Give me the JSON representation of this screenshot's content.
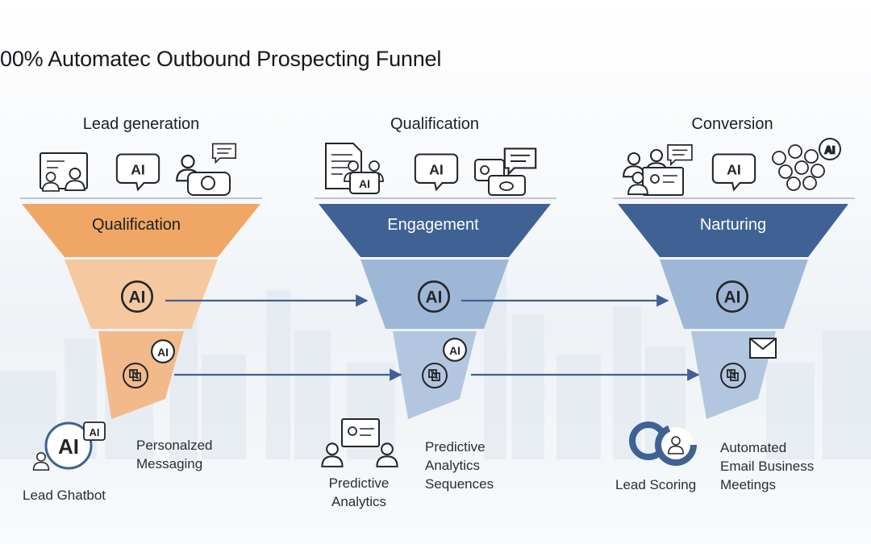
{
  "title": "00% Automatec Outbound Prospecting Funnel",
  "colors": {
    "orange_dark": "#f0a766",
    "orange_mid": "#f5c8a0",
    "orange_light": "#f2b98a",
    "blue_dark": "#3f6193",
    "blue_mid": "#9fb7d6",
    "blue_light": "#b3c6df",
    "arrow": "#3f6193",
    "icon_stroke": "#2b2f35"
  },
  "icon_badge_text": "AI",
  "columns": [
    {
      "heading": "Lead generation",
      "stage_label": "Qualification",
      "icons": [
        "presentation-people-icon",
        "ai-chat-bubble-icon",
        "support-agent-chat-icon"
      ],
      "captions": {
        "icon_label": "Lead Ghatbot",
        "side_text": [
          "Personalzed",
          "Messaging"
        ]
      }
    },
    {
      "heading": "Qualification",
      "stage_label": "Engagement",
      "icons": [
        "document-people-icon",
        "ai-chat-bubble-icon",
        "phone-chat-icon"
      ],
      "captions": {
        "icon_label": [
          "Predictive",
          "Analytics"
        ],
        "side_text": [
          "Predictive",
          "Analytics",
          "Sequences"
        ]
      }
    },
    {
      "heading": "Conversion",
      "stage_label": "Narturing",
      "icons": [
        "team-profile-chat-icon",
        "ai-chat-bubble-icon",
        "network-ai-icon"
      ],
      "captions": {
        "icon_label": "Lead Scoring",
        "side_text": [
          "Automated",
          "Email Business",
          "Meetings"
        ]
      }
    }
  ]
}
